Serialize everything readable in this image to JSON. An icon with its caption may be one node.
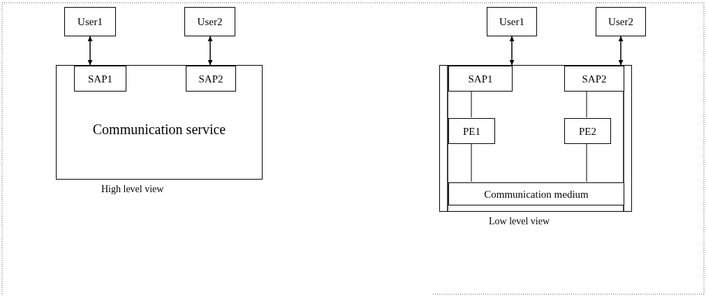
{
  "diagram": {
    "nodes": [
      {
        "text": [
          "User1"
        ]
      },
      {
        "text": [
          "User2"
        ]
      },
      {
        "text": [
          "Communication service"
        ],
        "beside": [
          "High level view"
        ]
      },
      {
        "text": [
          "SAP1"
        ],
        "in": 2
      },
      {
        "text": [
          "SAP2"
        ],
        "in": 2
      },
      {
        "text": [
          "User1"
        ]
      },
      {
        "text": [
          "User2"
        ]
      },
      {
        "text": [],
        "shape": "box",
        "beside": [
          "Low level view"
        ]
      },
      {
        "text": [
          "SAP1"
        ],
        "in": 7
      },
      {
        "text": [
          "SAP2"
        ],
        "in": 7
      },
      {
        "text": [
          "PE1"
        ],
        "in": 7
      },
      {
        "text": [
          "PE2"
        ],
        "in": 7
      },
      {
        "text": [
          "Communication medium"
        ],
        "in": 7
      }
    ],
    "edges": [
      {
        "from": 0,
        "to": 3,
        "arrow": "both"
      },
      {
        "from": 1,
        "to": 4,
        "arrow": "both"
      },
      {
        "from": 5,
        "to": 8,
        "arrow": "both"
      },
      {
        "from": 6,
        "to": 9,
        "arrow": "both"
      },
      {
        "from": 8,
        "to": 10,
        "arrow": "none"
      },
      {
        "from": 10,
        "to": 12,
        "arrow": "none"
      },
      {
        "from": 9,
        "to": 11,
        "arrow": "none"
      },
      {
        "from": 11,
        "to": 12,
        "arrow": "none"
      }
    ]
  }
}
